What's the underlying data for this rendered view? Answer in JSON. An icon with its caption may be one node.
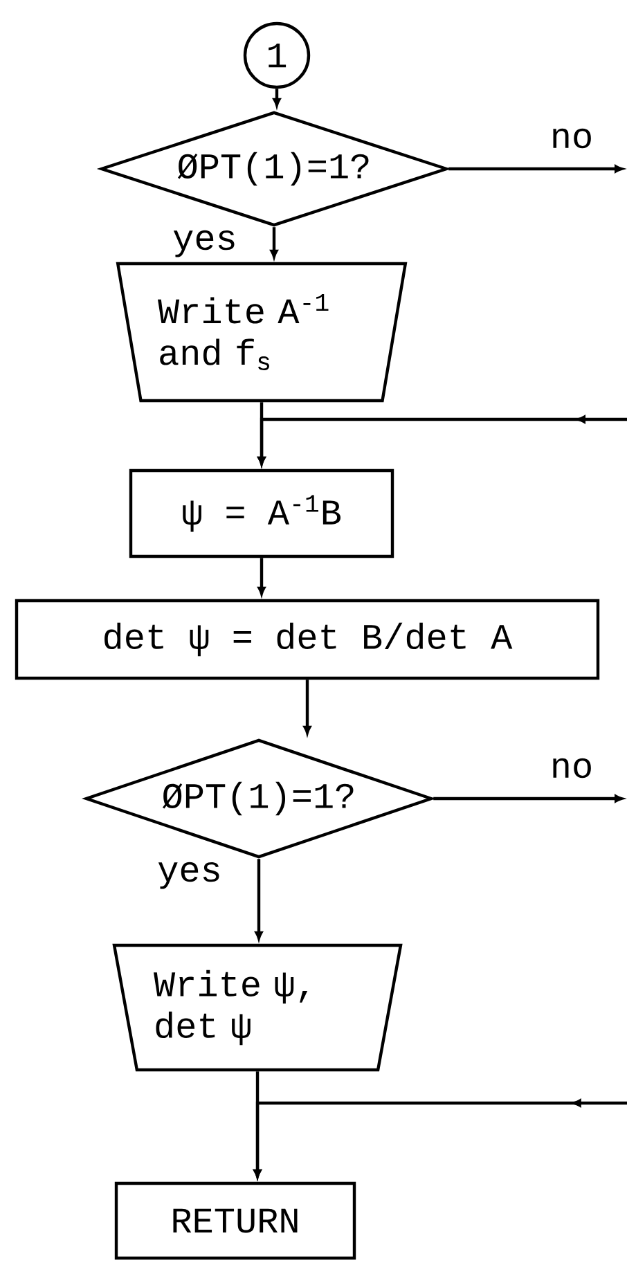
{
  "diagram": {
    "nodes": [
      {
        "text": [
          "1"
        ]
      },
      {
        "text": [
          "ØPT(1)=1?"
        ]
      },
      {
        "text": [
          "Write A$^{-1}$ and f$_{s}$"
        ]
      },
      {
        "text": [
          "ψ = A$^{-1}$B"
        ]
      },
      {
        "text": [
          "det ψ = det B/det A"
        ]
      },
      {
        "text": [
          "ØPT(1)=1?"
        ]
      },
      {
        "text": [
          "Write ψ, det ψ"
        ]
      },
      {
        "text": [
          "RETURN"
        ]
      }
    ],
    "edges": [
      {
        "from": 0,
        "to": 1,
        "arrow": "to"
      },
      {
        "from": 1,
        "to": null,
        "arrow": "to",
        "label": "no"
      },
      {
        "from": 1,
        "to": 2,
        "arrow": "to",
        "label": "yes"
      },
      {
        "from": 2,
        "to": 3,
        "arrow": "to"
      },
      {
        "from": null,
        "to": 3,
        "arrow": "to"
      },
      {
        "from": 3,
        "to": 4,
        "arrow": "to"
      },
      {
        "from": 4,
        "to": 5,
        "arrow": "to"
      },
      {
        "from": 5,
        "to": null,
        "arrow": "to",
        "label": "no"
      },
      {
        "from": 5,
        "to": 6,
        "arrow": "to",
        "label": "yes"
      },
      {
        "from": 6,
        "to": 7,
        "arrow": "to"
      },
      {
        "from": null,
        "to": 7,
        "arrow": "to"
      }
    ]
  }
}
